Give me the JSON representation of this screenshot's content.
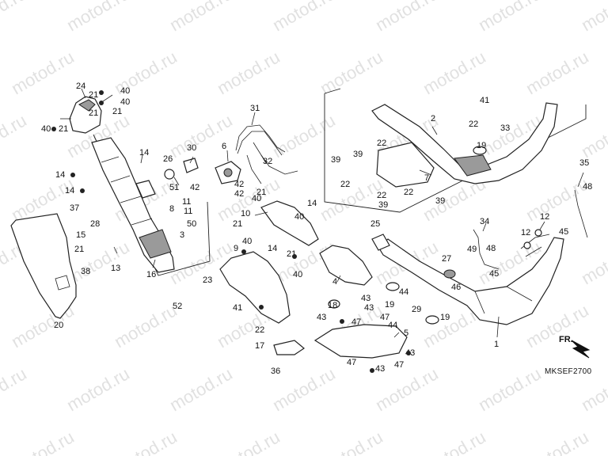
{
  "watermark": "motod.ru",
  "diagram_code": "MKSEF2700",
  "direction_label": "FR.",
  "callouts": [
    "1",
    "2",
    "3",
    "4",
    "5",
    "6",
    "7",
    "8",
    "9",
    "10",
    "11",
    "12",
    "13",
    "14",
    "15",
    "16",
    "17",
    "18",
    "19",
    "20",
    "21",
    "22",
    "23",
    "24",
    "25",
    "26",
    "27",
    "28",
    "29",
    "30",
    "31",
    "32",
    "33",
    "34",
    "35",
    "36",
    "37",
    "38",
    "39",
    "40",
    "41",
    "42",
    "43",
    "44",
    "45",
    "46",
    "47",
    "48",
    "49",
    "50",
    "51",
    "52"
  ]
}
